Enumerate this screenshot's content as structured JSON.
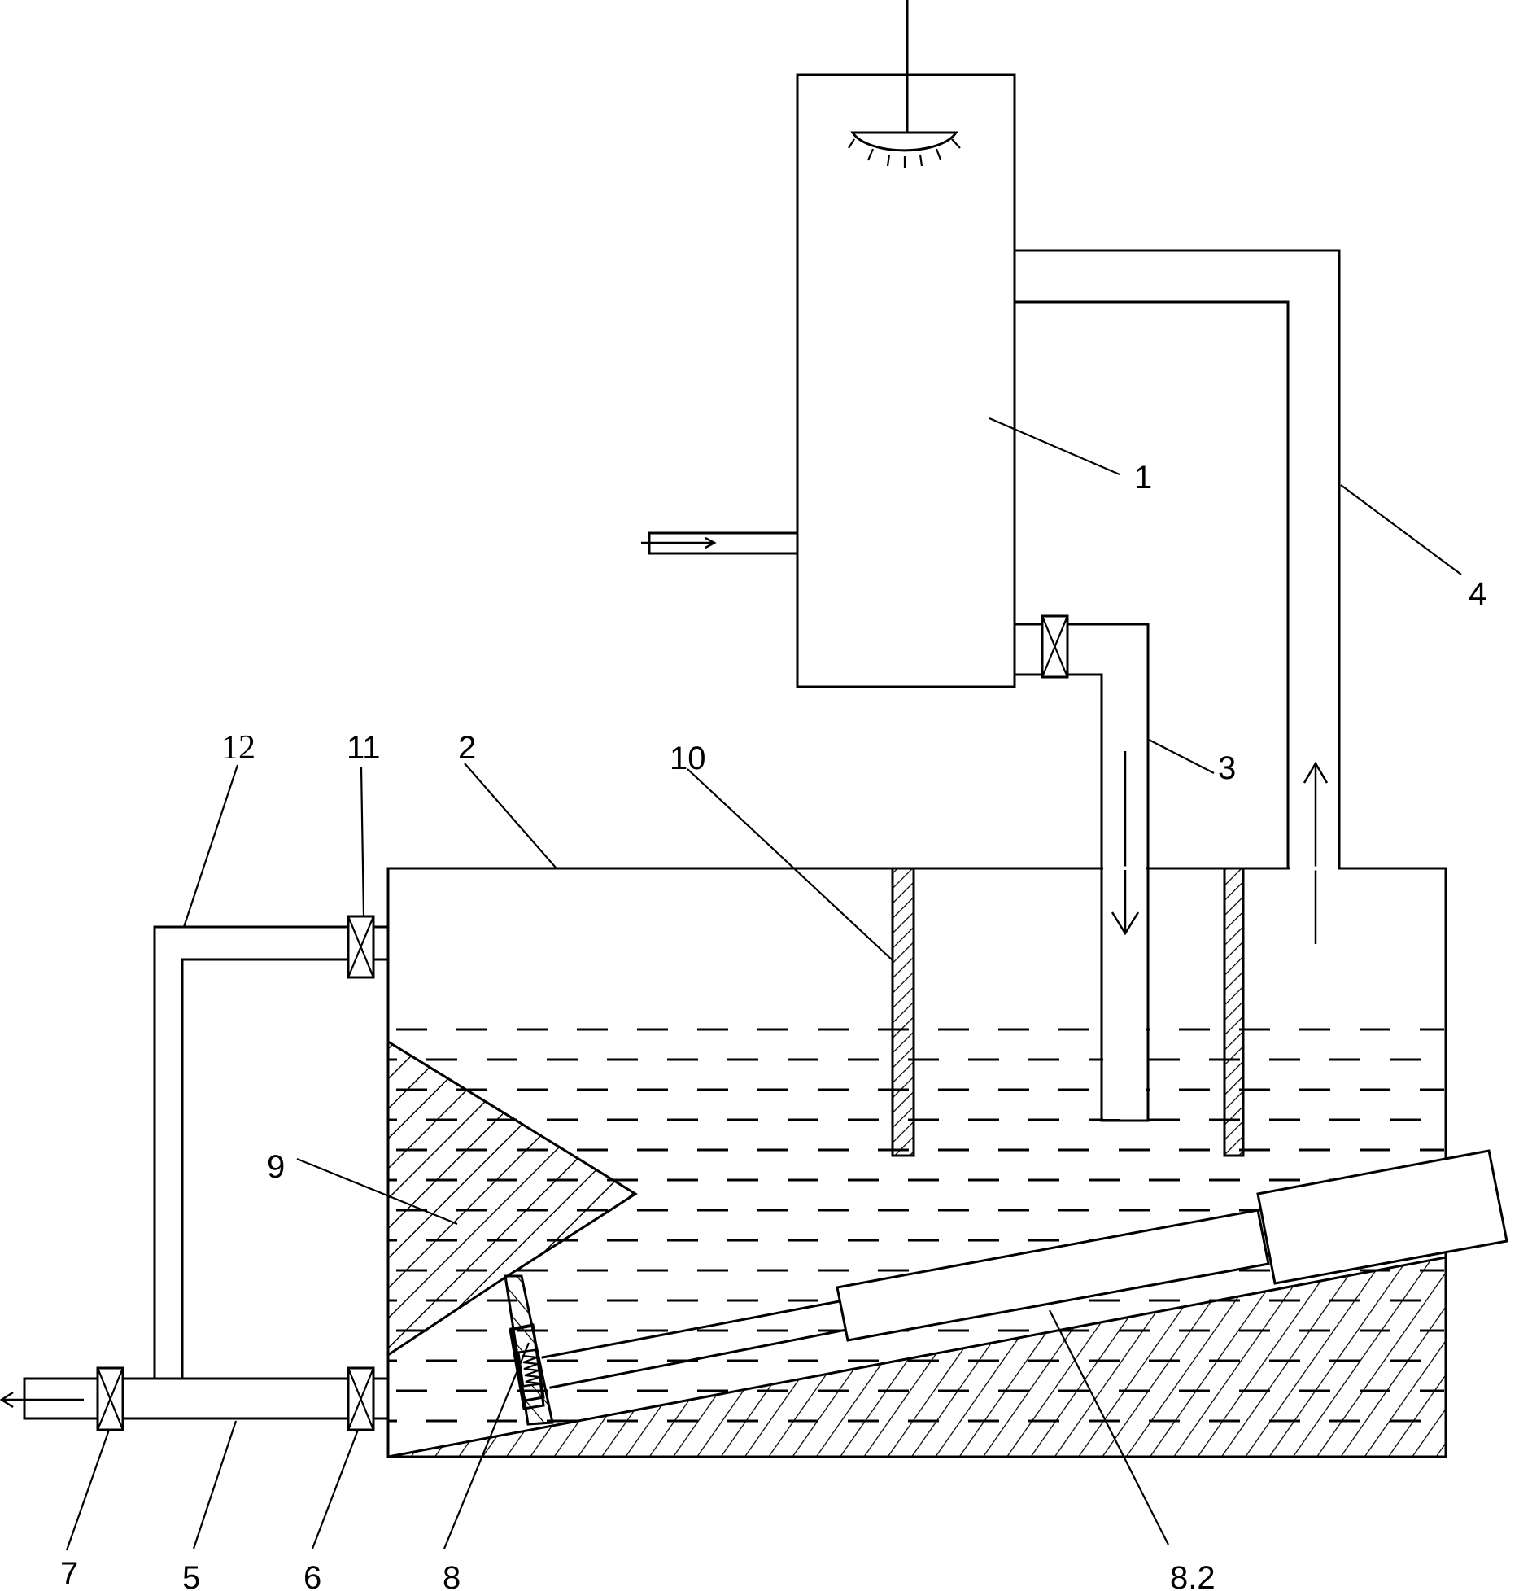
{
  "figure": {
    "type": "patent schematic",
    "colors": {
      "line": "#000000",
      "background": "#ffffff"
    },
    "components": [
      {
        "ref": "1",
        "name": "upper vessel"
      },
      {
        "ref": "2",
        "name": "tank"
      },
      {
        "ref": "3",
        "name": "downflow pipe"
      },
      {
        "ref": "4",
        "name": "return riser pipe"
      },
      {
        "ref": "5",
        "name": "discharge pipe"
      },
      {
        "ref": "6",
        "name": "discharge valve"
      },
      {
        "ref": "7",
        "name": "outlet valve"
      },
      {
        "ref": "8",
        "name": "gate plate"
      },
      {
        "ref": "8.2",
        "name": "actuator cylinder"
      },
      {
        "ref": "9",
        "name": "wedge deflector"
      },
      {
        "ref": "10",
        "name": "baffle plate"
      },
      {
        "ref": "11",
        "name": "overflow valve"
      },
      {
        "ref": "12",
        "name": "overflow pipe"
      }
    ],
    "flow_arrows": [
      {
        "location": "inlet to vessel 1",
        "direction": "right"
      },
      {
        "location": "pipe 3",
        "direction": "down"
      },
      {
        "location": "pipe 4",
        "direction": "up"
      },
      {
        "location": "outlet after valve 7",
        "direction": "left"
      }
    ]
  },
  "labels": {
    "l1": "1",
    "l2": "2",
    "l3": "3",
    "l4": "4",
    "l5": "5",
    "l6": "6",
    "l7": "7",
    "l8": "8",
    "l82": "8.2",
    "l9": "9",
    "l10": "10",
    "l11": "11",
    "l12": "12"
  }
}
